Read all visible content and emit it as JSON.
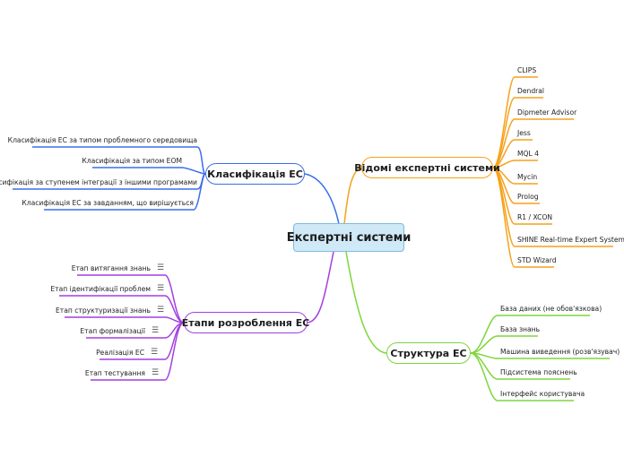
{
  "central": {
    "label": "Експертні системи"
  },
  "branches": {
    "classification": {
      "label": "Класифікація ЕС",
      "color": "#3a6ee8",
      "items": [
        "Класифікація ЕС за типом проблемного середовища",
        "Класифікація за типом ЕОМ",
        "Класифікація за ступенем інтеграції з іншими програмами",
        "Класифікація ЕС за завданням, що вирішується"
      ]
    },
    "known": {
      "label": "Відомі експертні системи",
      "color": "#f5a21c",
      "items": [
        "CLIPS",
        "Dendral",
        "Dipmeter Advisor",
        "Jess",
        "MQL 4",
        "Mycin",
        "Prolog",
        "R1 / XCON",
        "SHINE Real-time Expert System",
        "STD Wizard"
      ]
    },
    "stages": {
      "label": "Етапи розроблення ЕС",
      "color": "#a33fe0",
      "items": [
        "Етап витягання знань",
        "Етап ідентифікації проблем",
        "Етап структуризації знань",
        "Етап формалізації",
        "Реалізація ЕС",
        "Етап тестування"
      ],
      "note_icon": "notes-icon"
    },
    "structure": {
      "label": "Структура ЕС",
      "color": "#7dd63c",
      "items": [
        "База даних (не обов'язкова)",
        "База знань",
        "Машина виведення (розв'язувач)",
        "Підсистема пояснень",
        "Інтерфейс користувача"
      ]
    }
  }
}
